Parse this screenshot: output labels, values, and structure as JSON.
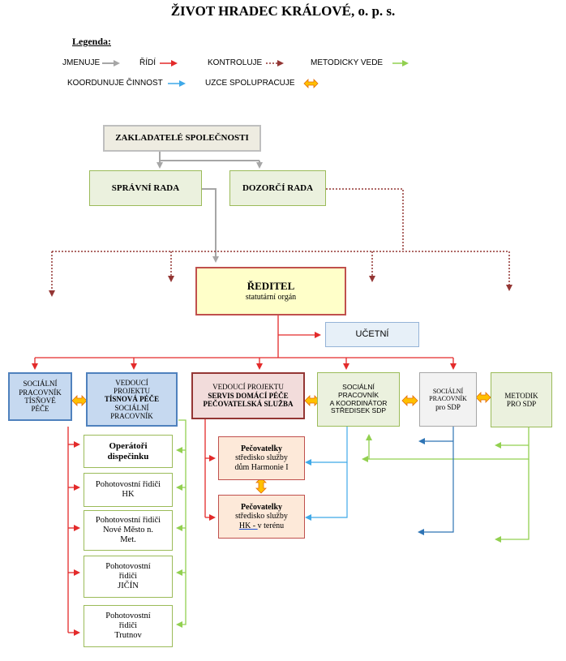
{
  "title": "ŽIVOT HRADEC KRÁLOVÉ, o. p. s.",
  "legend": {
    "title": "Legenda:",
    "items": [
      {
        "label": "JMENUJE",
        "color": "#a6a6a6"
      },
      {
        "label": "ŘÍDÍ",
        "color": "#e32a2a"
      },
      {
        "label": "KONTROLUJE",
        "color": "#943634"
      },
      {
        "label": "METODICKY VEDE",
        "color": "#92d050"
      },
      {
        "label": "KOORDUNUJE ČINNOST",
        "color": "#00b0f0"
      },
      {
        "label": "UZCE SPOLUPRACUJE",
        "color": "#f79646"
      }
    ]
  },
  "nodes": {
    "zakladatele": "ZAKLADATELÉ SPOLEČNOSTI",
    "spravni_rada": "SPRÁVNÍ RADA",
    "dozorci_rada": "DOZORČÍ RADA",
    "reditel_title": "ŘEDITEL",
    "reditel_sub": "statutární orgán",
    "ucetni": "UČETNÍ",
    "soc_tisnove": [
      "SOCIÁLNÍ",
      "PRACOVNÍK",
      "TÍSŇOVÉ",
      "PÉČE"
    ],
    "vedouci_tisnova": [
      "VEDOUCÍ",
      "PROJEKTU",
      "TÍSNOVÁ PÉČE",
      "SOCIÁLNÍ",
      "PRACOVNÍK"
    ],
    "vedouci_servis": [
      "VEDOUCÍ PROJEKTU",
      "SERVIS DOMÁCÍ PÉČE",
      "PEČOVATELSKÁ SLUŽBA"
    ],
    "soc_koordinator": [
      "SOCIÁLNÍ",
      "PRACOVNÍK",
      "A KOORDINÁTOR",
      "STŘEDISEK SDP"
    ],
    "soc_sdp": [
      "SOCIÁLNÍ",
      "PRACOVNÍK",
      "pro SDP"
    ],
    "metodik": [
      "METODIK",
      "PRO SDP"
    ],
    "operatori": [
      "Operátoři",
      "dispečinku"
    ],
    "ridici_hk": [
      "Pohotovostní řidiči",
      "HK"
    ],
    "ridici_nm": [
      "Pohotovostní řidiči",
      "Nové Město n.",
      "Met."
    ],
    "ridici_jicin": [
      "Pohotovostní",
      "řidiči",
      "JIČÍN"
    ],
    "ridici_trutnov": [
      "Pohotovostní",
      "řidiči",
      "Trutnov"
    ],
    "pec_harmonie": [
      "Pečovatelky",
      "středisko služby",
      "dům Harmonie I"
    ],
    "pec_hk": [
      "Pečovatelky",
      "středisko služby",
      "HK - ",
      "v terénu"
    ]
  }
}
